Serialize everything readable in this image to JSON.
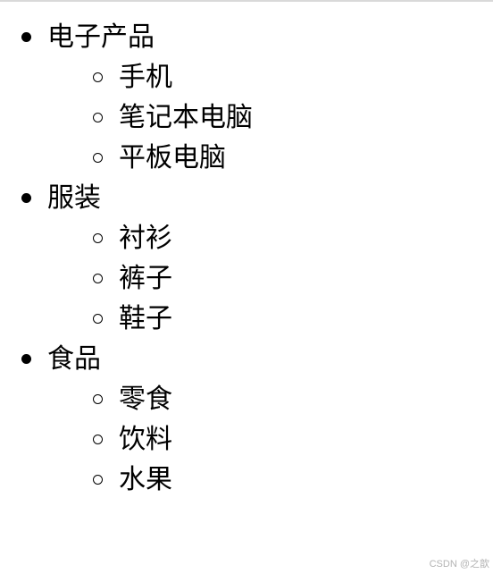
{
  "categories": [
    {
      "label": "电子产品",
      "items": [
        "手机",
        "笔记本电脑",
        "平板电脑"
      ]
    },
    {
      "label": "服装",
      "items": [
        "衬衫",
        "裤子",
        "鞋子"
      ]
    },
    {
      "label": "食品",
      "items": [
        "零食",
        "饮料",
        "水果"
      ]
    }
  ],
  "watermark": "CSDN @之歆"
}
